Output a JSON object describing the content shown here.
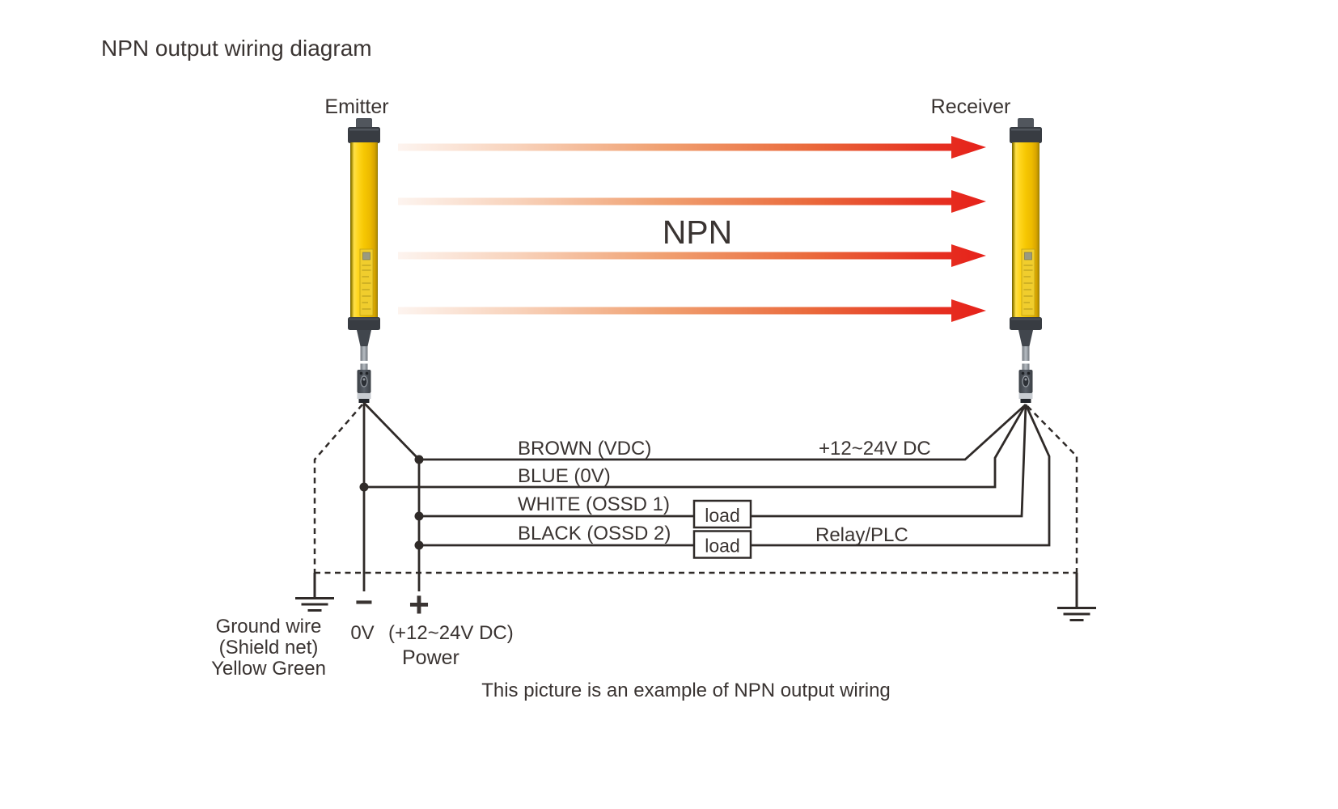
{
  "title": "NPN output wiring diagram",
  "devices": {
    "emitter": "Emitter",
    "receiver": "Receiver"
  },
  "beam": {
    "label": "NPN",
    "arrow_count": 4,
    "color_start": "#fdf4ef",
    "color_end": "#e6211a"
  },
  "wires": {
    "brown": "BROWN (VDC)",
    "blue": "BLUE (0V)",
    "white": "WHITE (OSSD 1)",
    "black": "BLACK (OSSD 2)"
  },
  "power": {
    "supply_label": "+12~24V DC",
    "relay_label": "Relay/PLC",
    "load1": "load",
    "load2": "load",
    "minus_sign": "−",
    "minus_label": "0V",
    "plus_sign": "+",
    "plus_label": "(+12~24V DC)",
    "power_label": "Power"
  },
  "ground": {
    "line1": "Ground wire",
    "line2": "(Shield net)",
    "line3": "Yellow Green"
  },
  "caption": "This picture is an example of NPN output wiring",
  "colors": {
    "tower_yellow": "#f4c703",
    "cap_gray": "#383c42",
    "line_dark": "#2f2a28",
    "beam_red": "#e6211a"
  }
}
